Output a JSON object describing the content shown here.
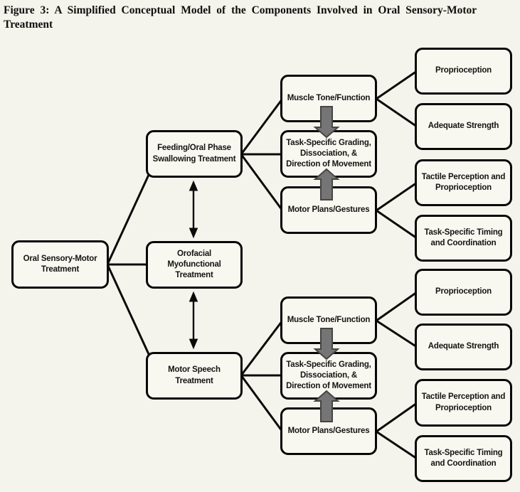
{
  "figure": {
    "title": "Figure 3: A Simplified Conceptual Model of the Components Involved in Oral Sensory-Motor\nTreatment"
  },
  "colors": {
    "background": "#f5f4ec",
    "node_fill": "#f9f8f0",
    "node_border": "#070707",
    "connector_line": "#0a0a0a",
    "block_arrow_fill": "#757575",
    "block_arrow_border": "#454545"
  },
  "nodes": {
    "root": "Oral Sensory-Motor\nTreatment",
    "feeding": "Feeding/Oral Phase\nSwallowing Treatment",
    "orofacial": "Orofacial\nMyofunctional\nTreatment",
    "motor_speech": "Motor Speech\nTreatment",
    "top": {
      "muscle_tone": "Muscle Tone/Function",
      "task_specific": "Task-Specific Grading,\nDissociation, &\nDirection of Movement",
      "motor_plans": "Motor Plans/Gestures",
      "proprioception": "Proprioception",
      "adequate_strength": "Adequate Strength",
      "tactile": "Tactile Perception and\nProprioception",
      "timing": "Task-Specific Timing\nand Coordination"
    },
    "bottom": {
      "muscle_tone": "Muscle Tone/Function",
      "task_specific": "Task-Specific Grading,\nDissociation, &\nDirection of Movement",
      "motor_plans": "Motor Plans/Gestures",
      "proprioception": "Proprioception",
      "adequate_strength": "Adequate Strength",
      "tactile": "Tactile Perception and\nProprioception",
      "timing": "Task-Specific Timing\nand Coordination"
    }
  }
}
